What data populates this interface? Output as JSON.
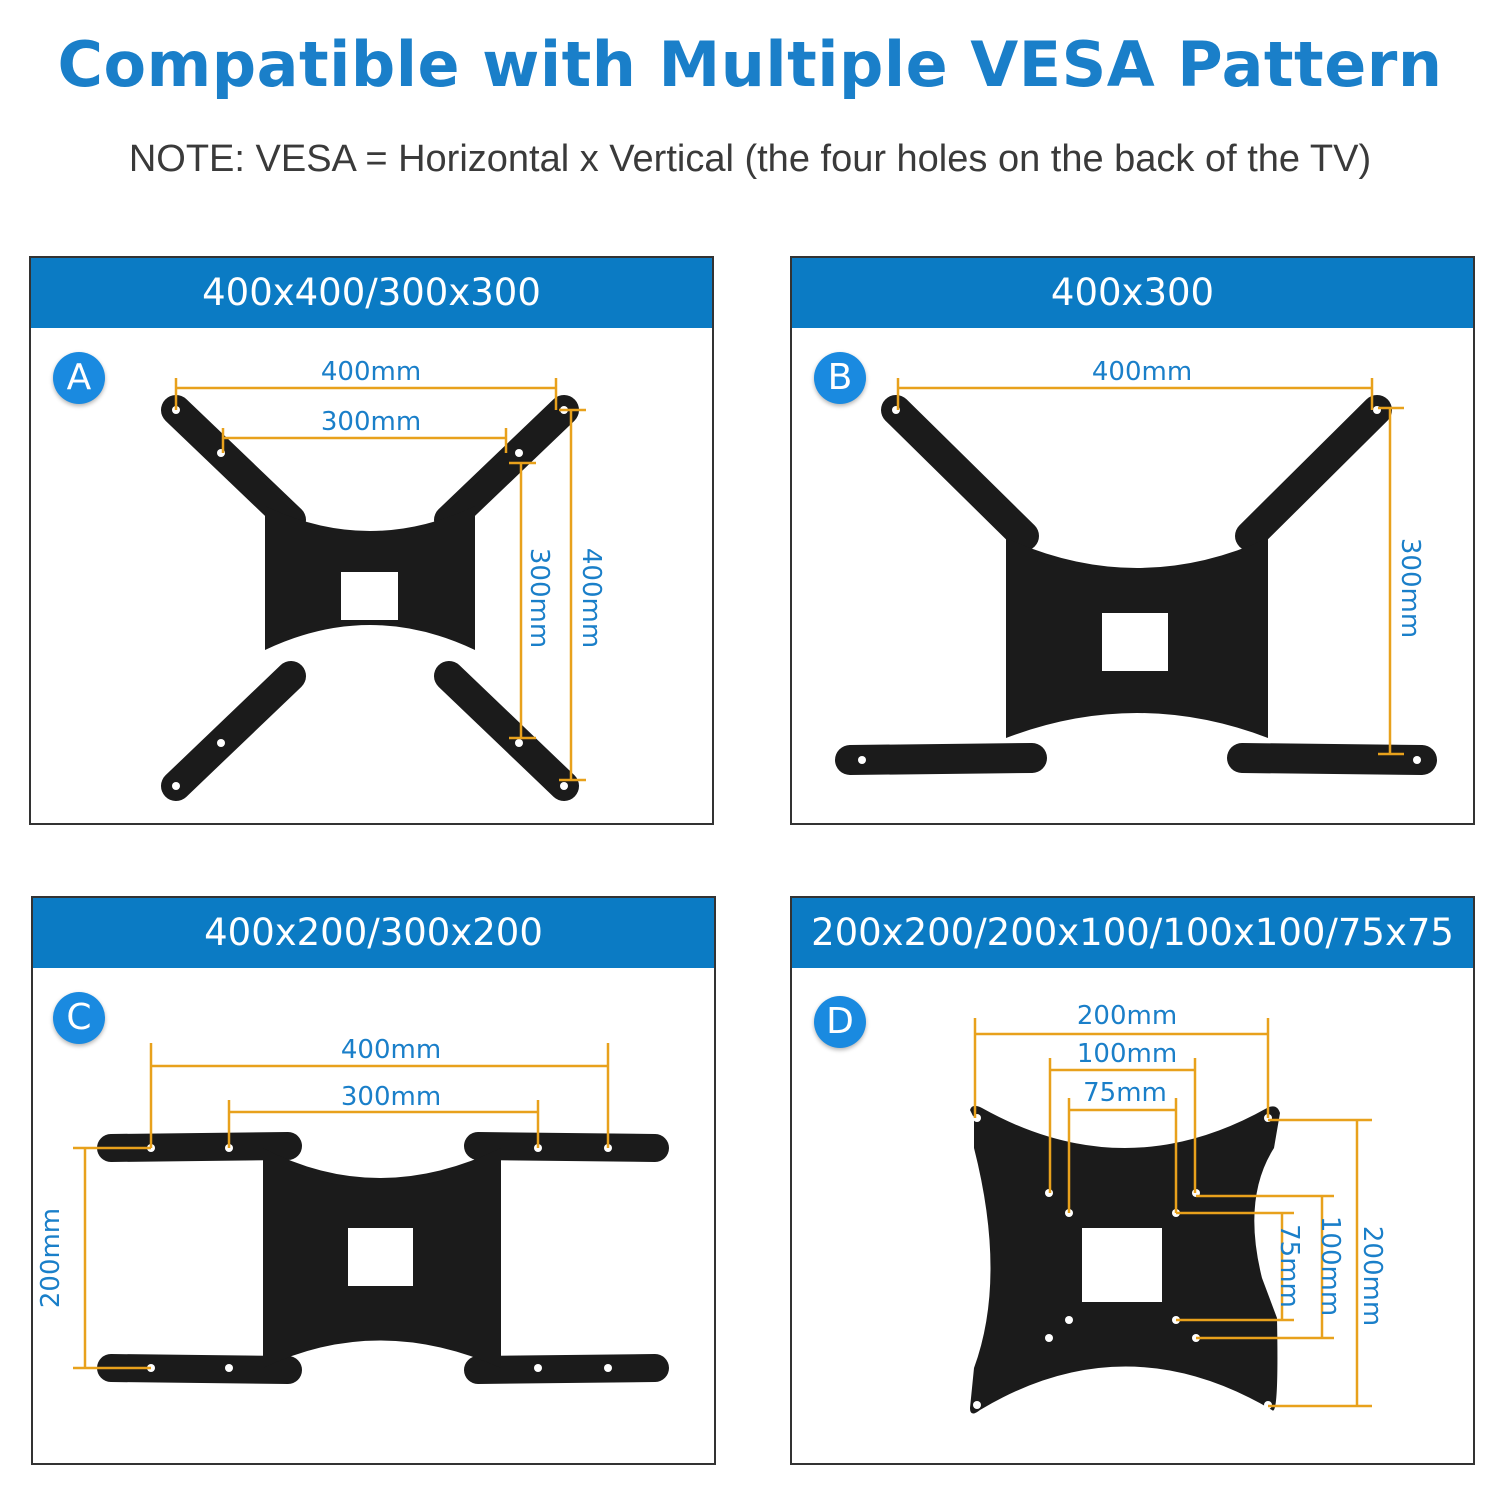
{
  "header": {
    "title": "Compatible with Multiple VESA Pattern",
    "note": "NOTE: VESA = Horizontal x Vertical (the four holes on the back of the TV)"
  },
  "colors": {
    "title": "#1a7fc9",
    "panel_header": "#0b7bc4",
    "dimension_line": "#e8a11c",
    "dimension_text": "#1a7fc9",
    "bracket": "#1b1b1b"
  },
  "panels": [
    {
      "badge": "A",
      "pattern": "400x400/300x300",
      "dims": {
        "outer_w": "400mm",
        "inner_w": "300mm",
        "inner_h": "300mm",
        "outer_h": "400mm"
      }
    },
    {
      "badge": "B",
      "pattern": "400x300",
      "dims": {
        "outer_w": "400mm",
        "outer_h": "300mm"
      }
    },
    {
      "badge": "C",
      "pattern": "400x200/300x200",
      "dims": {
        "outer_w": "400mm",
        "inner_w": "300mm",
        "outer_h": "200mm"
      }
    },
    {
      "badge": "D",
      "pattern": "200x200/200x100/100x100/75x75",
      "dims": {
        "w1": "200mm",
        "w2": "100mm",
        "w3": "75mm",
        "h3": "75mm",
        "h2": "100mm",
        "h1": "200mm"
      }
    }
  ]
}
